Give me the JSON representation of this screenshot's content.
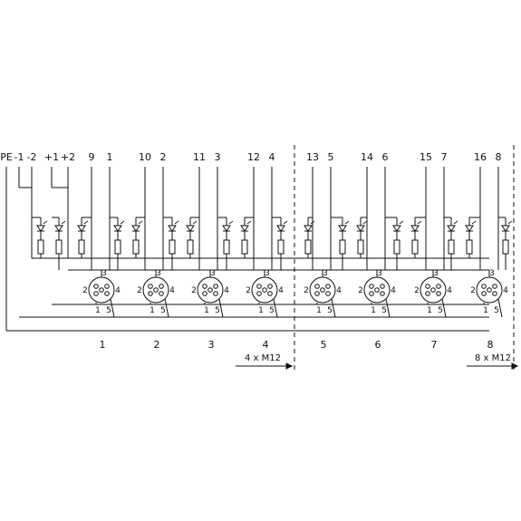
{
  "top_labels": [
    "PE",
    "-1",
    "-2",
    "+1",
    "+2",
    "9",
    "1",
    "10",
    "2",
    "11",
    "3",
    "12",
    "4",
    "13",
    "5",
    "14",
    "6",
    "15",
    "7",
    "16",
    "8"
  ],
  "pin_labels": {
    "p1": "1",
    "p2": "2",
    "p3": "3",
    "p4": "4",
    "p5": "5"
  },
  "connectors": [
    "1",
    "2",
    "3",
    "4",
    "5",
    "6",
    "7",
    "8"
  ],
  "group_labels": {
    "left": "4 x M12",
    "right": "8 x M12"
  }
}
